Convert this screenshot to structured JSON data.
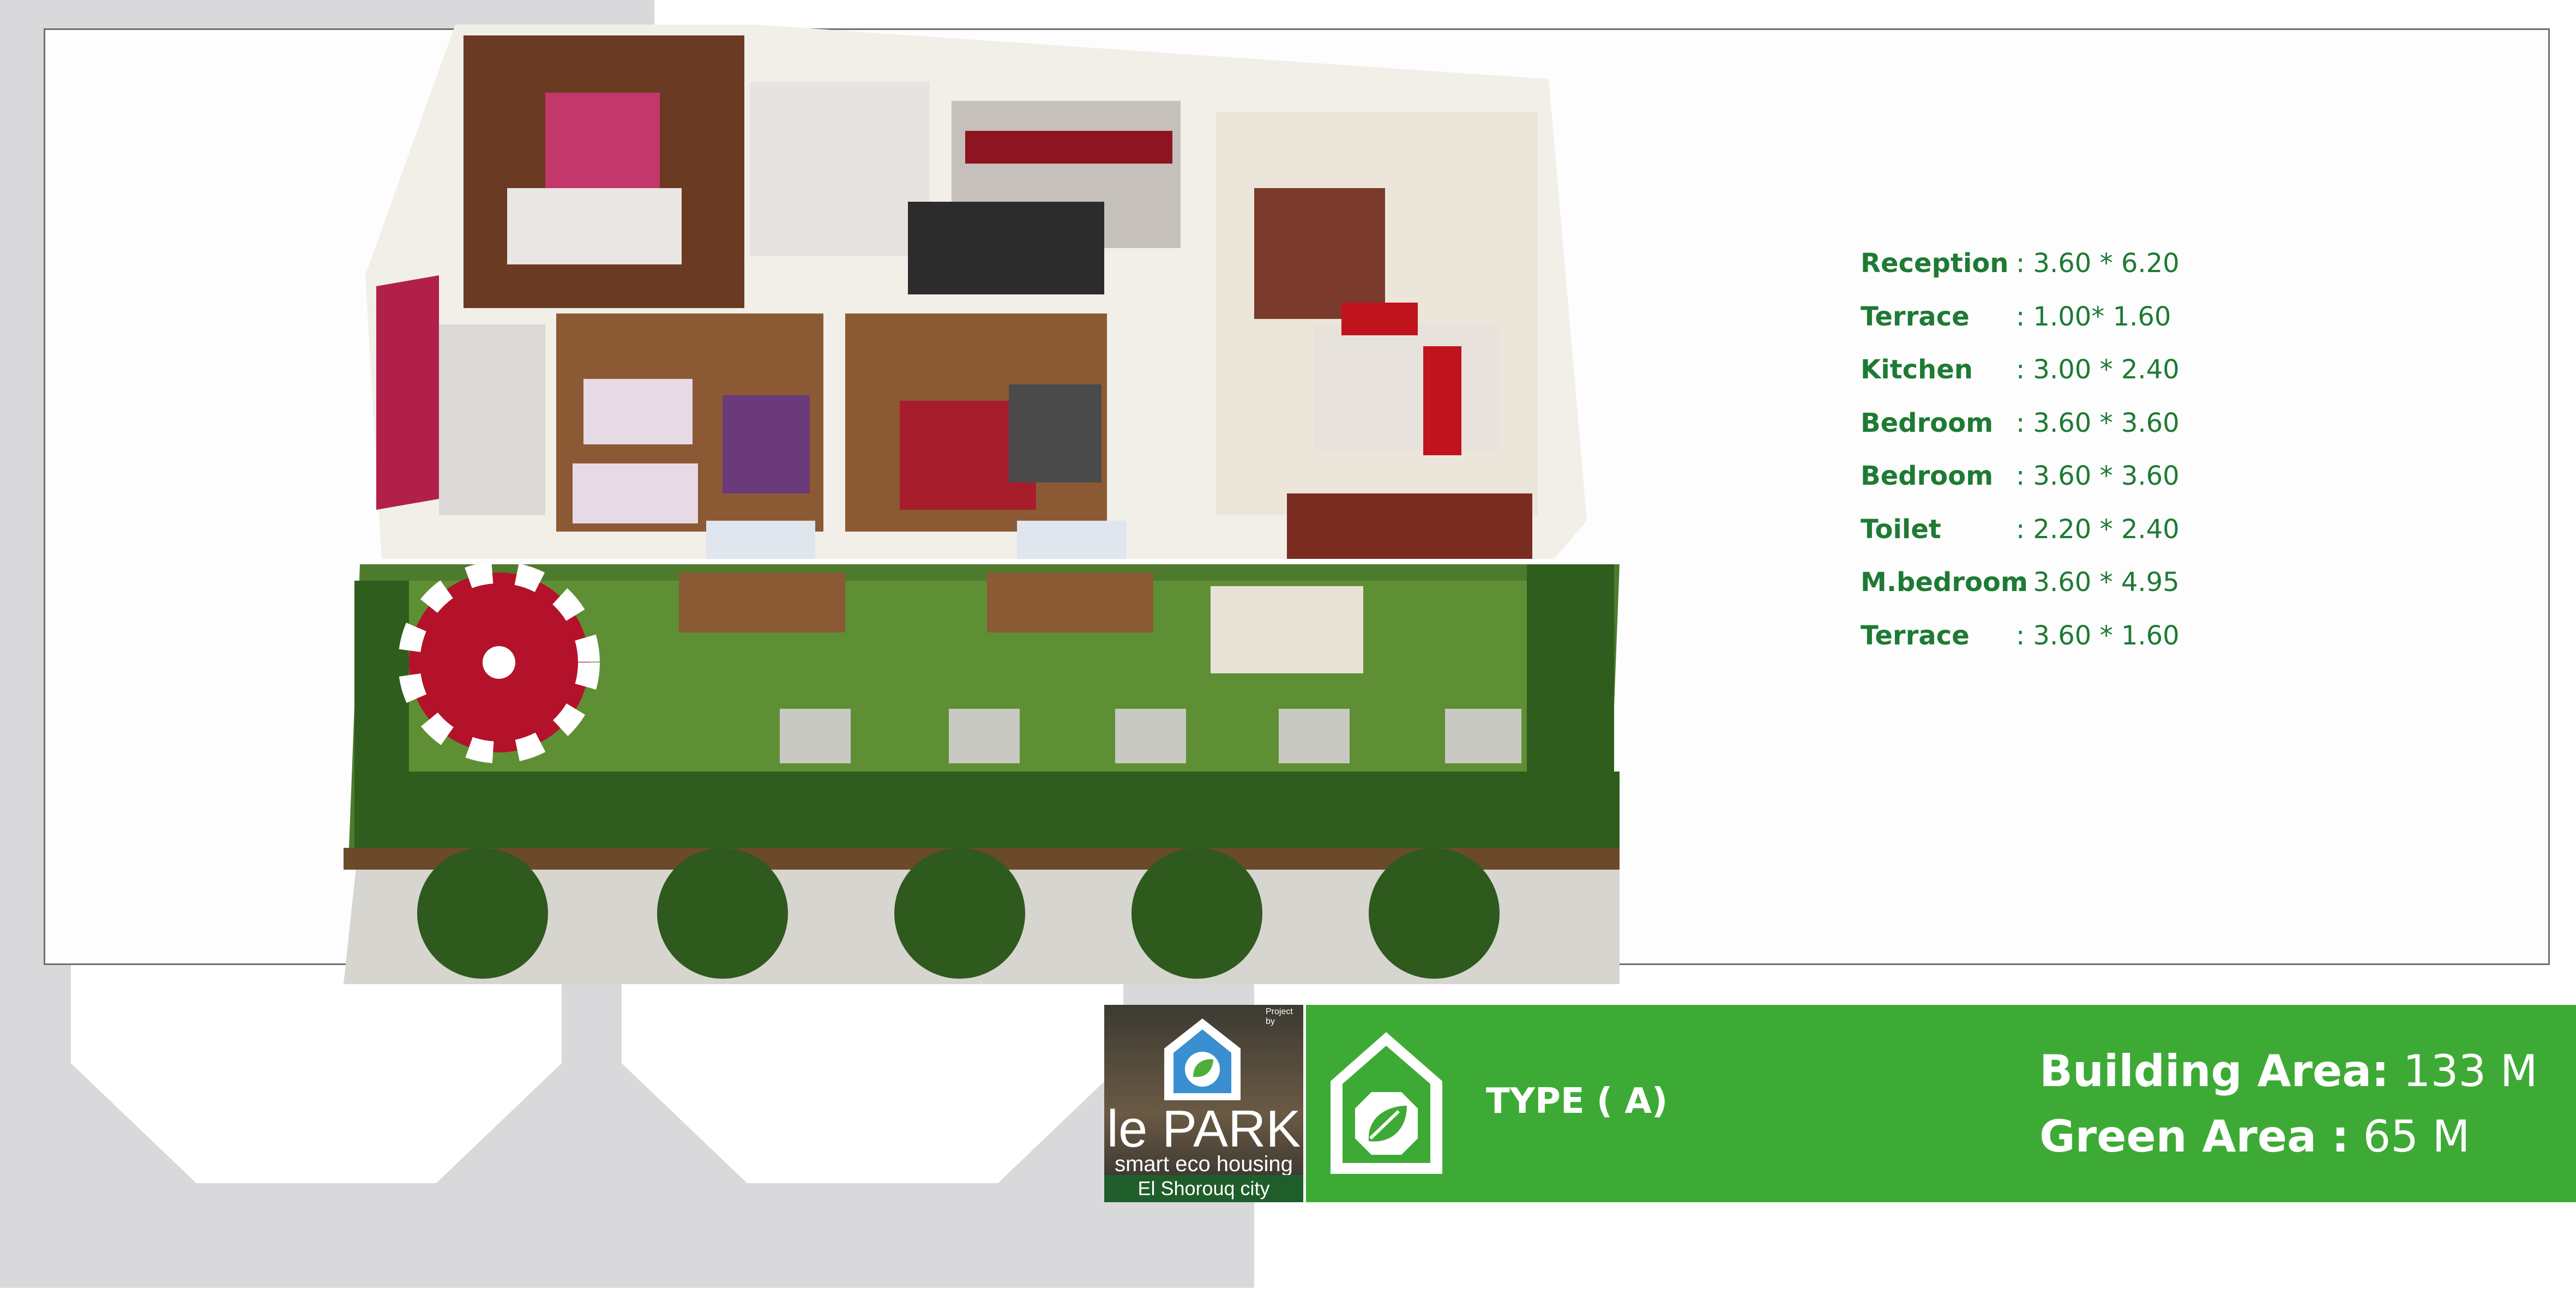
{
  "rooms": [
    {
      "name": "Reception",
      "dim": ": 3.60 * 6.20"
    },
    {
      "name": "Terrace",
      "dim": ": 1.00* 1.60"
    },
    {
      "name": "Kitchen",
      "dim": ": 3.00 * 2.40"
    },
    {
      "name": "Bedroom",
      "dim": ": 3.60 * 3.60"
    },
    {
      "name": "Bedroom",
      "dim": ": 3.60 * 3.60"
    },
    {
      "name": "Toilet",
      "dim": ": 2.20 * 2.40"
    },
    {
      "name": "M.bedroom",
      "dim": ": 3.60 * 4.95"
    },
    {
      "name": "Terrace",
      "dim": ": 3.60 * 1.60"
    }
  ],
  "brand": {
    "project_by": "Project by",
    "name": "le PARK",
    "tagline": "smart eco housing",
    "city": "El Shorouq city"
  },
  "type_label": "TYPE ( A)",
  "areas": {
    "building_label": "Building Area:",
    "building_value": "133 M",
    "green_label": "Green Area  :",
    "green_value": "65 M"
  },
  "colors": {
    "accent_green": "#3eaa36",
    "room_text": "#1e7a34",
    "background_shape": "#d9d9db"
  },
  "icons": [
    "house-leaf-logo-icon",
    "leaf-icon"
  ]
}
